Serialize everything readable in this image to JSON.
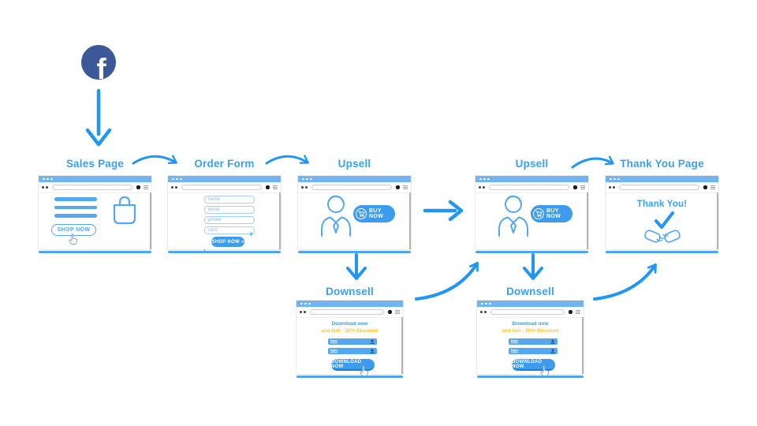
{
  "diagram_title": "Facebook Sales Funnel Flow",
  "colors": {
    "primary_blue": "#2196F3",
    "title_blue": "#38A1F2",
    "titlebar_blue": "#6FB5F3",
    "bottombar_blue": "#4FA3EF",
    "content_blue": "#55A7F0",
    "button_blue": "#3E9CEF",
    "button_dark": "#1C7FD6",
    "facebook_navy": "#3B5998",
    "accent_yellow": "#FFC53D",
    "field_border": "#A8CEF5",
    "field_text": "#85B9F0"
  },
  "traffic_source": {
    "name": "facebook",
    "letter": "f"
  },
  "windows": {
    "sales_page": {
      "title": "Sales Page",
      "shop_button": "SHOP NOW"
    },
    "order_form": {
      "title": "Order Form",
      "fields": [
        "name",
        "email",
        "phone",
        "card"
      ],
      "submit_button": "SHOP NOW »"
    },
    "upsell_1": {
      "title": "Upsell",
      "buy_button": "BUY NOW"
    },
    "upsell_2": {
      "title": "Upsell",
      "buy_button": "BUY NOW"
    },
    "downsell_1": {
      "title": "Downsell",
      "headline": "Download now",
      "subheadline": "and Get - 30% Discount",
      "items": [
        "Item",
        "Item"
      ],
      "download_button": "DOWNLOAD NOW"
    },
    "downsell_2": {
      "title": "Downsell",
      "headline": "Download now",
      "subheadline": "and Get - 30% Discount",
      "items": [
        "Item",
        "Item"
      ],
      "download_button": "DOWNLOAD NOW"
    },
    "thank_you": {
      "title": "Thank You Page",
      "message": "Thank You!"
    }
  }
}
